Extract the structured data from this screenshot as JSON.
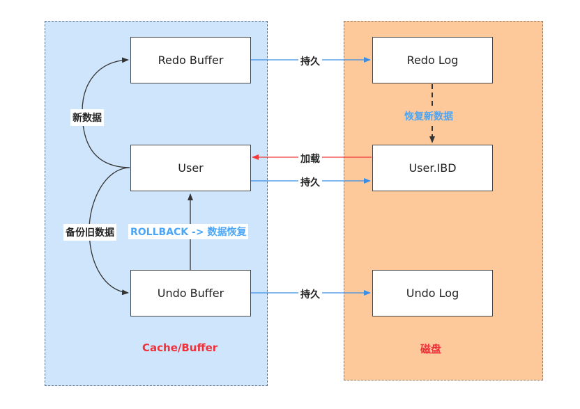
{
  "panels": {
    "cache": {
      "title": "Cache/Buffer"
    },
    "disk": {
      "title": "磁盘"
    }
  },
  "nodes": {
    "redo_buffer": "Redo Buffer",
    "user": "User",
    "undo_buffer": "Undo Buffer",
    "redo_log": "Redo Log",
    "user_ibd": "User.IBD",
    "undo_log": "Undo Log"
  },
  "labels": {
    "persist_redo": "持久",
    "persist_user": "持久",
    "persist_undo": "持久",
    "load": "加载",
    "recover_new": "恢复新数据",
    "new_data": "新数据",
    "backup_old": "备份旧数据",
    "rollback": "ROLLBACK -> 数据恢复"
  },
  "colors": {
    "cache_bg": "#cfe5fb",
    "disk_bg": "#fdc89a",
    "blue_arrow": "#3a8ee6",
    "red_arrow": "#f03a3a",
    "title_red": "#f0303a",
    "label_blue": "#4da6f5"
  }
}
